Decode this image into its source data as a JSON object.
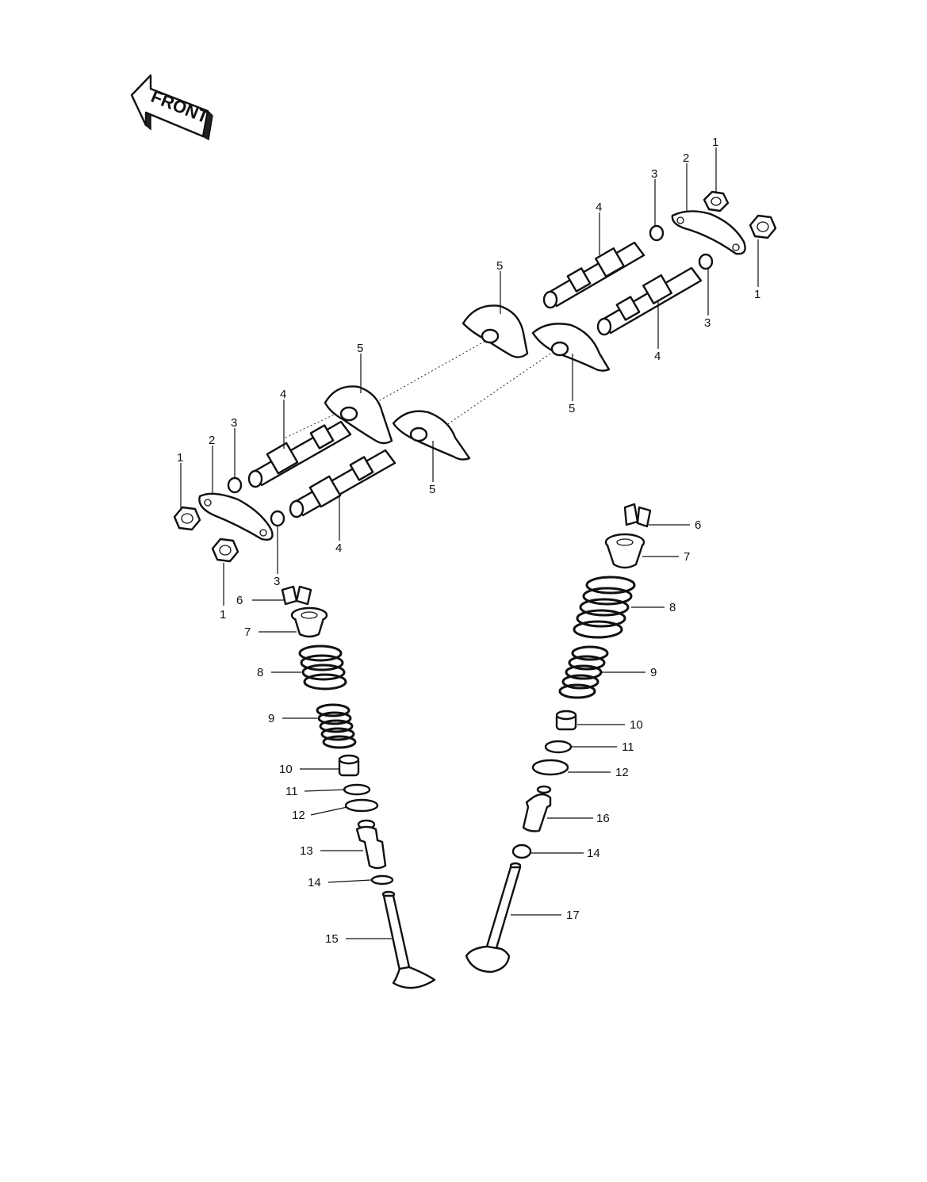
{
  "front_label": "FRONT",
  "callouts": {
    "c1_tr_a": "1",
    "c2_tr": "2",
    "c3_tr_a": "3",
    "c4_tr_a": "4",
    "c1_tr_b": "1",
    "c3_tr_b": "3",
    "c4_tr_b": "4",
    "c5_mid_a": "5",
    "c5_mid_b": "5",
    "c5_left_a": "5",
    "c5_left_b": "5",
    "c1_bl_a": "1",
    "c2_bl": "2",
    "c3_bl_a": "3",
    "c4_bl_a": "4",
    "c1_bl_b": "1",
    "c3_bl_b": "3",
    "c4_bl_b": "4",
    "l6": "6",
    "l7": "7",
    "l8": "8",
    "l9": "9",
    "l10": "10",
    "l11": "11",
    "l12": "12",
    "l13": "13",
    "l14": "14",
    "l15": "15",
    "r6": "6",
    "r7": "7",
    "r8": "8",
    "r9": "9",
    "r10": "10",
    "r11": "11",
    "r12": "12",
    "r16": "16",
    "r14": "14",
    "r17": "17"
  }
}
